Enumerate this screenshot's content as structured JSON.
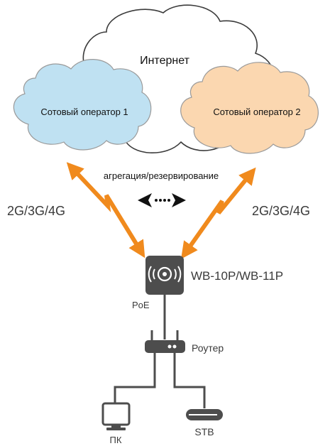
{
  "internet": {
    "label": "Интернет"
  },
  "operator1": {
    "label": "Сотовый оператор 1",
    "color": "#bfe1f2"
  },
  "operator2": {
    "label": "Сотовый оператор 2",
    "color": "#fbd7b0"
  },
  "links": {
    "left_label": "2G/3G/4G",
    "right_label": "2G/3G/4G",
    "bolt_color": "#f08a1d",
    "aggregation_label": "агрегация/резервирование"
  },
  "device": {
    "label": "WB-10P/WB-11P",
    "color": "#4d4d4d"
  },
  "poe": {
    "label": "PoE"
  },
  "router": {
    "label": "Роутер"
  },
  "pc": {
    "label": "ПК"
  },
  "stb": {
    "label": "STB"
  }
}
